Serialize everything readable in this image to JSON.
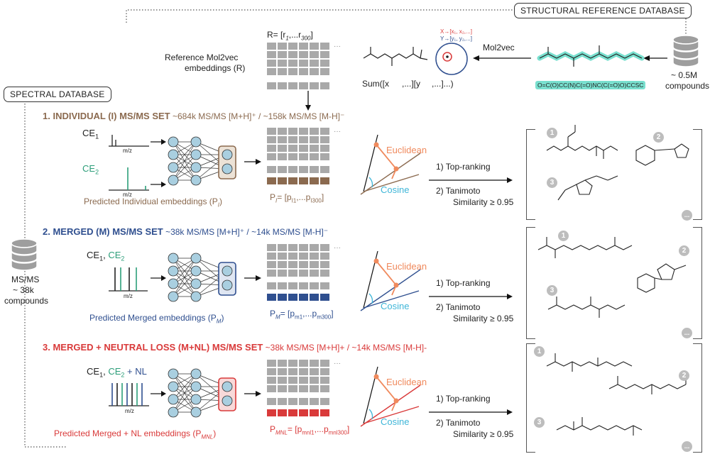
{
  "header": {
    "structural_db": "STRUCTURAL REFERENCE DATABASE",
    "spectral_db": "SPECTRAL DATABASE",
    "compounds_count": "~ 0.5M",
    "compounds_word": "compounds",
    "msms_label": "MS/MS",
    "msms_count": "~ 38k",
    "msms_compounds": "compounds",
    "mol2vec": "Mol2vec",
    "ref_title": "Reference Mol2vec",
    "ref_title2": "embeddings (R)",
    "ref_formula": "R= [r",
    "ref_formula_sub1": "1",
    "ref_formula_mid": ",...r",
    "ref_formula_sub2": "300",
    "ref_formula_end": "]",
    "sum_text": "Sum([x",
    "sum_text_b": ",...][y",
    "sum_text_c": ",...]...)",
    "smiles": "O=C(O)CC(N)C(=O)NC(C(=O)O)CCSC",
    "x_label": "X→[x₁, x₂,...]",
    "y_label": "Y→[y₁, y₂,...]"
  },
  "sections": [
    {
      "title": "1. INDIVIDUAL (I) MS/MS SET",
      "subtitle": " ~684k MS/MS [M+H]⁺ / ~158k MS/MS [M-H]⁻",
      "color": "#8b6a4f",
      "ce_line1": "CE",
      "ce_sub1": "1",
      "ce_line2": "CE",
      "ce_sub2": "2",
      "mz": "m/z",
      "caption": "Predicted Individual embeddings (P",
      "caption_sub": "I",
      "caption_end": ")",
      "formula": "P",
      "formula_sub": "I",
      "formula_rest": "= [p",
      "formula_sub2": "I1",
      "formula_mid": ",...p",
      "formula_sub3": "I300",
      "formula_end": "]",
      "euclidean": "Euclidean",
      "cosine": "Cosine",
      "step1": "1) Top-ranking",
      "step2": "2) Tanimoto",
      "step3": "Similarity ≥ 0.95"
    },
    {
      "title": "2. MERGED (M) MS/MS SET",
      "subtitle": " ~38k MS/MS [M+H]⁺ / ~14k MS/MS [M-H]⁻",
      "color": "#2f4f8f",
      "ce_a": "CE",
      "ce_a_sub": "1",
      "ce_b": "CE",
      "ce_b_sub": "2",
      "mz": "m/z",
      "caption": "Predicted Merged embeddings (P",
      "caption_sub": "M",
      "caption_end": ")",
      "formula": "P",
      "formula_sub": "M",
      "formula_rest": "= [p",
      "formula_sub2": "m1",
      "formula_mid": ",...p",
      "formula_sub3": "m300",
      "formula_end": "]",
      "euclidean": "Euclidean",
      "cosine": "Cosine",
      "step1": "1) Top-ranking",
      "step2": "2) Tanimoto",
      "step3": "Similarity ≥ 0.95"
    },
    {
      "title": "3. MERGED + NEUTRAL LOSS (M+NL) MS/MS SET",
      "subtitle": " ~38k MS/MS [M+H]+ / ~14k MS/MS [M-H]-",
      "color": "#d93a3a",
      "ce_a": "CE",
      "ce_a_sub": "1",
      "ce_b": "CE",
      "ce_b_sub": "2",
      "nl": " + NL",
      "mz": "m/z",
      "caption": "Predicted Merged + NL  embeddings (P",
      "caption_sub": "MNL",
      "caption_end": ")",
      "formula": "P",
      "formula_sub": "MNL",
      "formula_rest": "= [p",
      "formula_sub2": "mnl1",
      "formula_mid": ",...p",
      "formula_sub3": "mnl300",
      "formula_end": "]",
      "euclidean": "Euclidean",
      "cosine": "Cosine",
      "step1": "1) Top-ranking",
      "step2": "2) Tanimoto",
      "step3": "Similarity ≥ 0.95"
    }
  ],
  "badges": [
    "1",
    "2",
    "3"
  ],
  "more": "...",
  "colors": {
    "grey_cell": "#a9a9a9",
    "individual": "#8b6a4f",
    "merged": "#2f4f8f",
    "neutral_loss": "#d93a3a",
    "euclidean": "#f08a5d",
    "cosine": "#3fb6d8",
    "nn_node": "#a9cfe0",
    "nl_peak": "#2f4f8f"
  }
}
